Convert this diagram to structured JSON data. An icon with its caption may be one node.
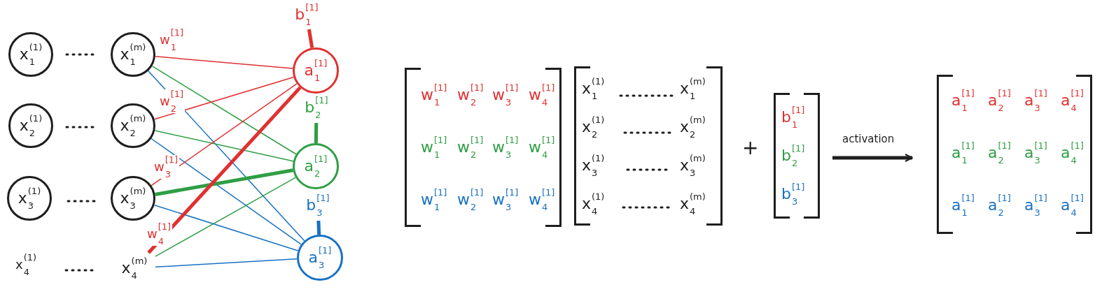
{
  "diagram": {
    "nodes": [
      {
        "text": [
          "x$^{(1)}$$_{1}$"
        ]
      },
      {
        "text": [
          "x$^{(m)}$$_{1}$"
        ]
      },
      {
        "text": [
          "b$^{[1]}$$_{1}$"
        ]
      },
      {
        "text": [
          "a$^{[1]}$$_{1}$"
        ]
      },
      {
        "text": [
          "x$^{(1)}$$_{2}$"
        ]
      },
      {
        "text": [
          "x$^{(m)}$$_{2}$"
        ]
      },
      {
        "text": [
          "b$^{[1]}$$_{2}$"
        ]
      },
      {
        "text": [
          "a$^{[1]}$$_{2}$"
        ]
      },
      {
        "text": [
          "x$^{(1)}$$_{3}$"
        ]
      },
      {
        "text": [
          "x$^{(m)}$$_{3}$"
        ]
      },
      {
        "text": [
          "b$^{[1]}$$_{3}$"
        ]
      },
      {
        "text": [
          "a$^{[1]}$$_{3}$"
        ]
      },
      {
        "text": [
          "x$^{(m)}$$_{4}$"
        ]
      },
      {
        "text": [
          "w$^{[1]}$$_{1}$",
          "w$^{[1]}$$_{2}$",
          "w$^{[1]}$$_{3}$",
          "w$^{[1]}$$_{4}$",
          "w$^{[1]}$$_{1}$",
          "w$^{[1]}$$_{2}$",
          "w$^{[1]}$$_{3}$",
          "w$^{[1]}$$_{4}$",
          "w$^{[1]}$$_{1}$",
          "w$^{[1]}$$_{2}$",
          "w$^{[1]}$$_{3}$",
          "w$^{[1]}$$_{4}$"
        ]
      },
      {
        "text": [
          "x$^{(1)}$$_{1}$",
          "x$^{(m)}$$_{1}$",
          "x$^{(1)}$$_{2}$",
          "x$^{(m)}$$_{2}$",
          "x$^{(1)}$$_{3}$",
          "x$^{(m)}$$_{3}$",
          "x$^{(1)}$$_{4}$",
          "x$^{(m)}$$_{4}$"
        ]
      },
      {
        "text": [
          "b$^{[1]}$$_{1}$",
          "b$^{[1]}$$_{2}$",
          "b$^{[1]}$$_{3}$"
        ]
      },
      {
        "text": [
          "a$^{[1]}$$_{1}$",
          "a$^{[1]}$$_{2}$",
          "a$^{[1]}$$_{3}$",
          "a$^{[1]}$$_{4}$",
          "a$^{[1]}$$_{1}$",
          "a$^{[1]}$$_{2}$",
          "a$^{[1]}$$_{3}$",
          "a$^{[1]}$$_{4}$",
          "a$^{[1]}$$_{1}$",
          "a$^{[1]}$$_{2}$",
          "a$^{[1]}$$_{3}$",
          "a$^{[1]}$$_{4}$"
        ]
      }
    ],
    "edges": [
      {
        "from": 1,
        "to": 3,
        "arrow": "none",
        "color": "#e03131",
        "label": "w$^{[1]}$$_{1}$"
      },
      {
        "from": 1,
        "to": 7,
        "arrow": "none",
        "color": "#2f9e44"
      },
      {
        "from": 1,
        "to": 11,
        "arrow": "none",
        "color": "#1971c2"
      },
      {
        "from": 5,
        "to": 3,
        "arrow": "none",
        "color": "#e03131",
        "label": "w$^{[1]}$$_{2}$"
      },
      {
        "from": 5,
        "to": 7,
        "arrow": "none",
        "color": "#2f9e44"
      },
      {
        "from": 5,
        "to": 11,
        "arrow": "none",
        "color": "#1971c2"
      },
      {
        "from": 9,
        "to": 3,
        "arrow": "none",
        "color": "#e03131",
        "label": "w$^{[1]}$$_{3}$"
      },
      {
        "from": 9,
        "to": 7,
        "arrow": "none",
        "color": "#2f9e44",
        "style": "thick"
      },
      {
        "from": 9,
        "to": 11,
        "arrow": "none",
        "color": "#1971c2"
      },
      {
        "from": 12,
        "to": 3,
        "arrow": "none",
        "color": "#e03131",
        "style": "thick",
        "label": "w$^{[1]}$$_{4}$"
      },
      {
        "from": 12,
        "to": 7,
        "arrow": "none",
        "color": "#2f9e44"
      },
      {
        "from": 12,
        "to": 11,
        "arrow": "none",
        "color": "#1971c2"
      },
      {
        "from": 2,
        "to": 3,
        "arrow": "none",
        "color": "#e03131",
        "style": "thick"
      },
      {
        "from": 6,
        "to": 7,
        "arrow": "none",
        "color": "#2f9e44",
        "style": "thick"
      },
      {
        "from": 10,
        "to": 11,
        "arrow": "none",
        "color": "#1971c2",
        "style": "thick"
      },
      {
        "from": 15,
        "to": 16,
        "arrow": "to",
        "color": "#1e1e1e",
        "style": "thick",
        "label": "activation"
      }
    ],
    "labels": [
      "x$^{(1)}$$_{4}$",
      "+"
    ]
  }
}
